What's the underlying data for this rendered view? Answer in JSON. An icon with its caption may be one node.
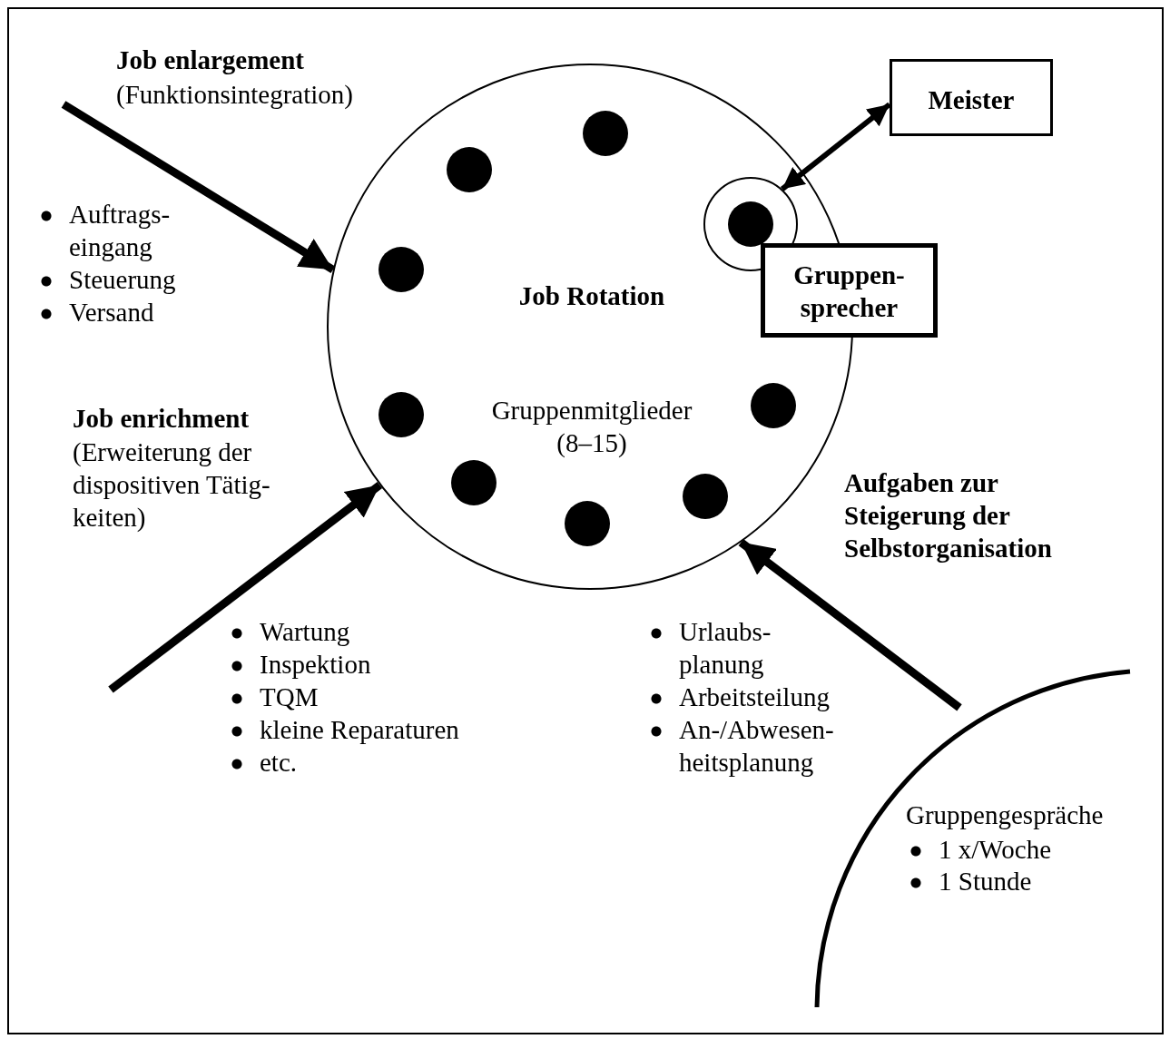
{
  "diagram": {
    "nodes": [
      {
        "text": [
          "Job Rotation",
          "Gruppenmitglieder (8–15)"
        ]
      },
      {
        "text": [],
        "shape": "circle",
        "in": 0
      },
      {
        "text": [],
        "shape": "circle",
        "in": 0
      },
      {
        "text": [],
        "shape": "circle",
        "in": 0
      },
      {
        "text": [],
        "shape": "circle",
        "in": 0
      },
      {
        "text": [],
        "shape": "circle",
        "in": 0
      },
      {
        "text": [],
        "shape": "circle",
        "in": 0
      },
      {
        "text": [],
        "shape": "circle",
        "in": 0
      },
      {
        "text": [],
        "shape": "circle",
        "in": 0
      },
      {
        "text": [],
        "shape": "circle",
        "in": 0
      },
      {
        "text": [],
        "shape": "circle",
        "in": 9
      },
      {
        "text": [
          "Meister"
        ]
      },
      {
        "text": [
          "Gruppen- sprecher"
        ]
      },
      {
        "text": [
          "Gruppengespräche",
          "1 x/Woche",
          "1 Stunde"
        ]
      }
    ],
    "edges": [
      {
        "from": null,
        "to": 0,
        "arrow": "to"
      },
      {
        "from": null,
        "to": 0,
        "arrow": "to"
      },
      {
        "from": 13,
        "to": 0,
        "arrow": "to"
      },
      {
        "from": 11,
        "to": 9,
        "arrow": "both"
      }
    ],
    "labels": [
      "Job enlargement",
      "(Funktionsintegration)",
      "Auftrags- eingang",
      "Steuerung",
      "Versand",
      "Job enrichment",
      "(Erweiterung der dispositiven Tätig- keiten)",
      "Wartung",
      "Inspektion",
      "TQM",
      "kleine Reparaturen",
      "etc.",
      "Urlaubs- planung",
      "Arbeitsteilung",
      "An-/Abwesen- heitsplanung",
      "Aufgaben zur Steigerung der Selbstorganisation"
    ]
  }
}
